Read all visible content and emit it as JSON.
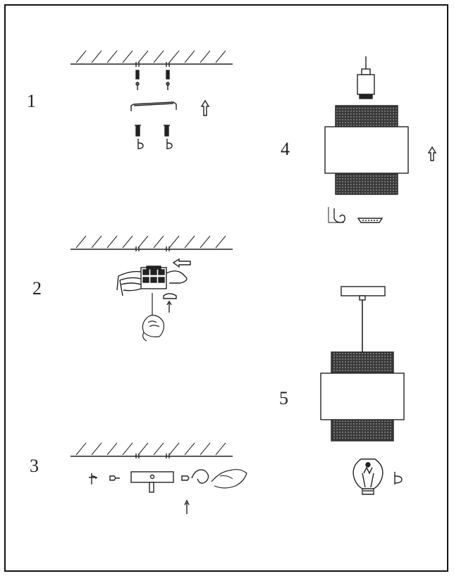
{
  "steps": [
    {
      "number": "1"
    },
    {
      "number": "2"
    },
    {
      "number": "3"
    },
    {
      "number": "4"
    },
    {
      "number": "5"
    }
  ],
  "colors": {
    "line": "#222222",
    "mesh": "#3a3a3a",
    "frame": "#111111",
    "background": "#ffffff"
  },
  "icons": [
    "ceiling-hatch-icon",
    "screw-icon",
    "wall-anchor-icon",
    "mounting-bracket-icon",
    "up-arrow-icon",
    "left-arrow-icon",
    "terminal-block-icon",
    "hand-screwdriver-icon",
    "canopy-plate-icon",
    "lamp-socket-icon",
    "mesh-lampshade-icon",
    "light-bulb-icon",
    "hook-icon"
  ]
}
